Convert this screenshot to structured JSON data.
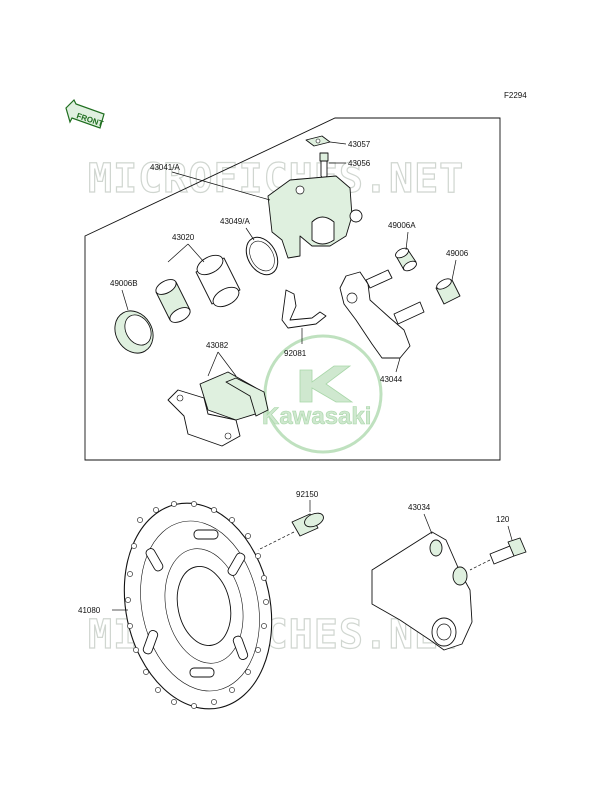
{
  "figure_code": "F2294",
  "front_label": "FRONT",
  "watermark_text": "MICROFICHES.NET",
  "logo_text": "Kawasaki",
  "colors": {
    "part_green": "#dff0df",
    "logo_green": "#cfe8cf",
    "watermark_gray": "#d0d6d0",
    "ink": "#111111"
  },
  "labels": {
    "p43057": "43057",
    "p43056": "43056",
    "p43041A": "43041/A",
    "p43049A": "43049/A",
    "p43020": "43020",
    "p49006A": "49006A",
    "p49006": "49006",
    "p49006B": "49006B",
    "p92081": "92081",
    "p43044": "43044",
    "p43082": "43082",
    "p92150": "92150",
    "p43034": "43034",
    "p120": "120",
    "p41080": "41080"
  }
}
